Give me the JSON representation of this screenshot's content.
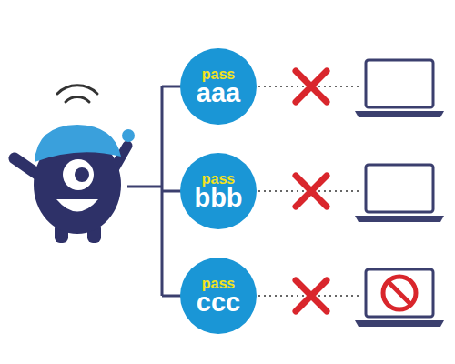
{
  "diagram": {
    "nodes": [
      {
        "text": [
          "pass",
          "aaa"
        ]
      },
      {
        "text": [
          "pass",
          "bbb"
        ]
      },
      {
        "text": [
          "pass",
          "ccc"
        ]
      }
    ]
  }
}
